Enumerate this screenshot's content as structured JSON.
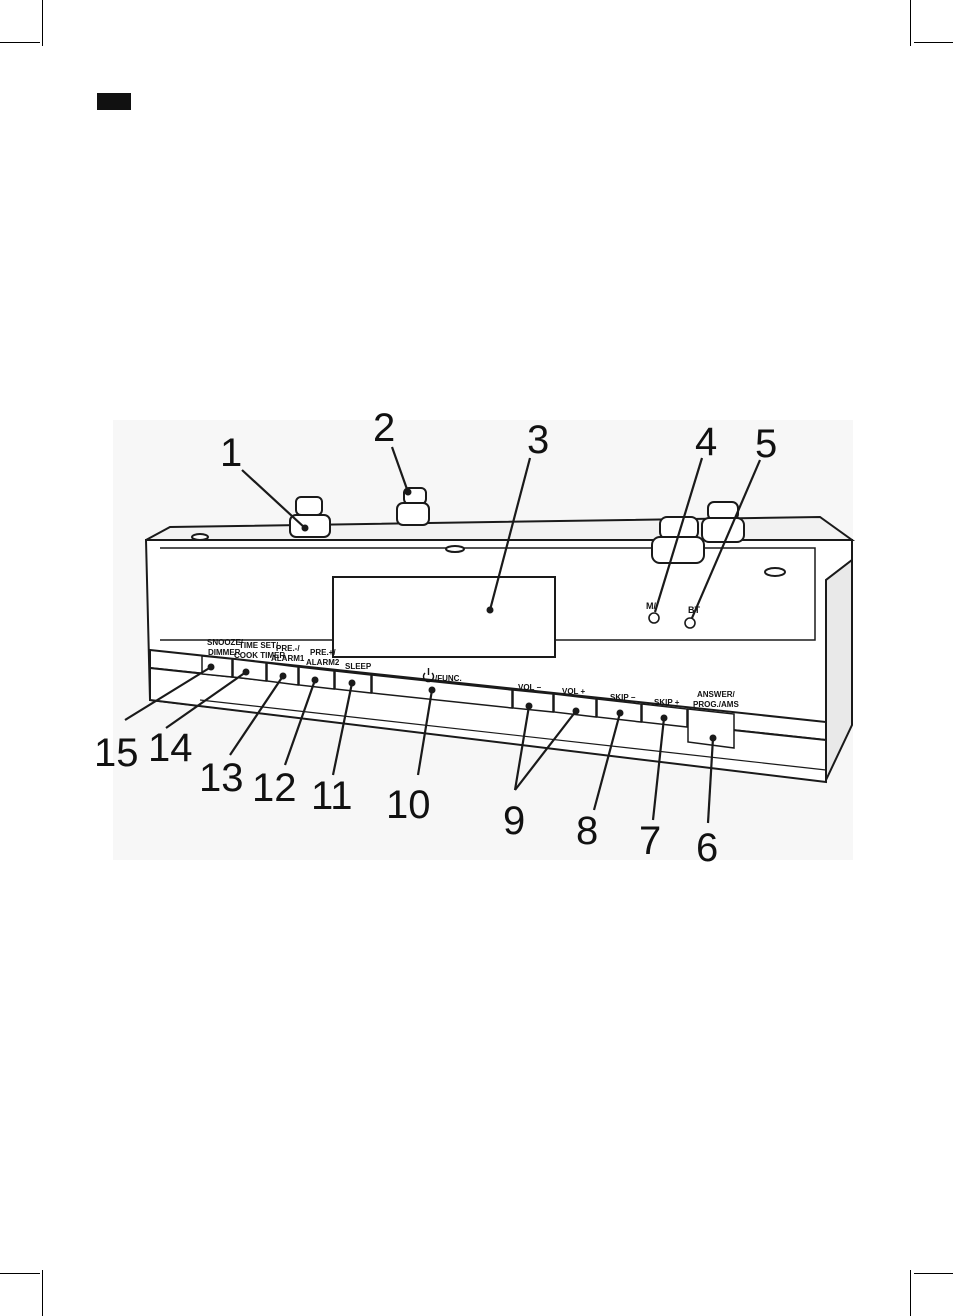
{
  "language_tab": "",
  "device": {
    "buttons": [
      {
        "lines": [
          "SNOOZE/",
          "DIMMER"
        ]
      },
      {
        "lines": [
          "TIME SET/",
          "COOK TIMER"
        ]
      },
      {
        "lines": [
          "PRE.-/",
          "ALARM1"
        ]
      },
      {
        "lines": [
          "PRE.+/",
          "ALARM2"
        ]
      },
      {
        "lines": [
          "SLEEP"
        ]
      },
      {
        "lines": [
          "/FUNC."
        ],
        "icon": "power-icon"
      },
      {
        "lines": [
          "VOL −"
        ]
      },
      {
        "lines": [
          "VOL +"
        ]
      },
      {
        "lines": [
          "SKIP −"
        ]
      },
      {
        "lines": [
          "SKIP +"
        ]
      },
      {
        "lines": [
          "ANSWER/",
          "PROG./AMS"
        ]
      }
    ],
    "indicators": [
      {
        "label": "M/"
      },
      {
        "label": "BT"
      }
    ]
  },
  "callouts": [
    "1",
    "2",
    "3",
    "4",
    "5",
    "6",
    "7",
    "8",
    "9",
    "10",
    "11",
    "12",
    "13",
    "14",
    "15"
  ]
}
